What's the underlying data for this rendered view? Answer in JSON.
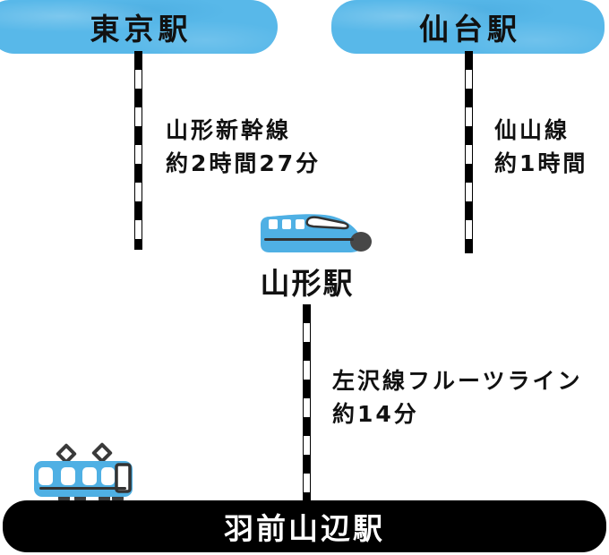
{
  "stations": {
    "tokyo": {
      "label": "東京駅"
    },
    "sendai": {
      "label": "仙台駅"
    },
    "yamagata": {
      "label": "山形駅"
    },
    "uzen_yamabe": {
      "label": "羽前山辺駅"
    }
  },
  "routes": {
    "yamagata_shinkansen": {
      "name": "山形新幹線",
      "duration": "約2時間27分"
    },
    "senzan_line": {
      "name": "仙山線",
      "duration": "約1時間"
    },
    "aterazawa_fruit_line": {
      "name": "左沢線フルーツライン",
      "duration": "約14分"
    }
  },
  "icons": {
    "shinkansen": "shinkansen-train-icon",
    "local_train": "local-train-icon"
  },
  "colors": {
    "station_pill_blue": "#58b8e9",
    "train_body_blue": "#4fb0e4",
    "train_dark_gray": "#474747",
    "rail_black": "#000000",
    "terminal_bar_black": "#000000",
    "station_text_black": "#111111",
    "terminal_text_white": "#ffffff"
  }
}
